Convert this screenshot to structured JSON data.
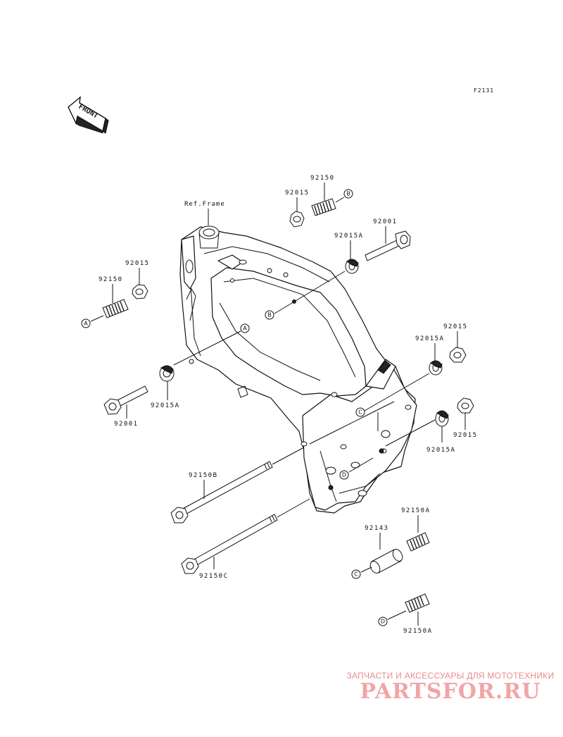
{
  "diagram_code": "F2131",
  "front_label": "FRONT",
  "ref_frame_label": "Ref.Frame",
  "callouts": {
    "A": "A",
    "B": "B",
    "C": "C",
    "D": "D"
  },
  "part_numbers": {
    "top_nut": "92015",
    "top_stud": "92150",
    "top_bolt": "92001",
    "top_collar": "92015A",
    "left_nut": "92015",
    "left_stud": "92150",
    "left_collar": "92015A",
    "left_bolt": "92001",
    "right_nut_upper": "92015",
    "right_collar_upper": "92015A",
    "right_nut_lower": "92015",
    "right_collar_lower": "92015A",
    "long_bolt_b": "92150B",
    "long_bolt_c": "92150C",
    "spacer": "92143",
    "stud_a_upper": "92150A",
    "stud_a_lower": "92150A"
  },
  "watermark": {
    "tagline": "ЗАПЧАСТИ И АКСЕССУАРЫ ДЛЯ МОТОТЕХНИКИ",
    "logo": "PARTSFOR.RU"
  }
}
